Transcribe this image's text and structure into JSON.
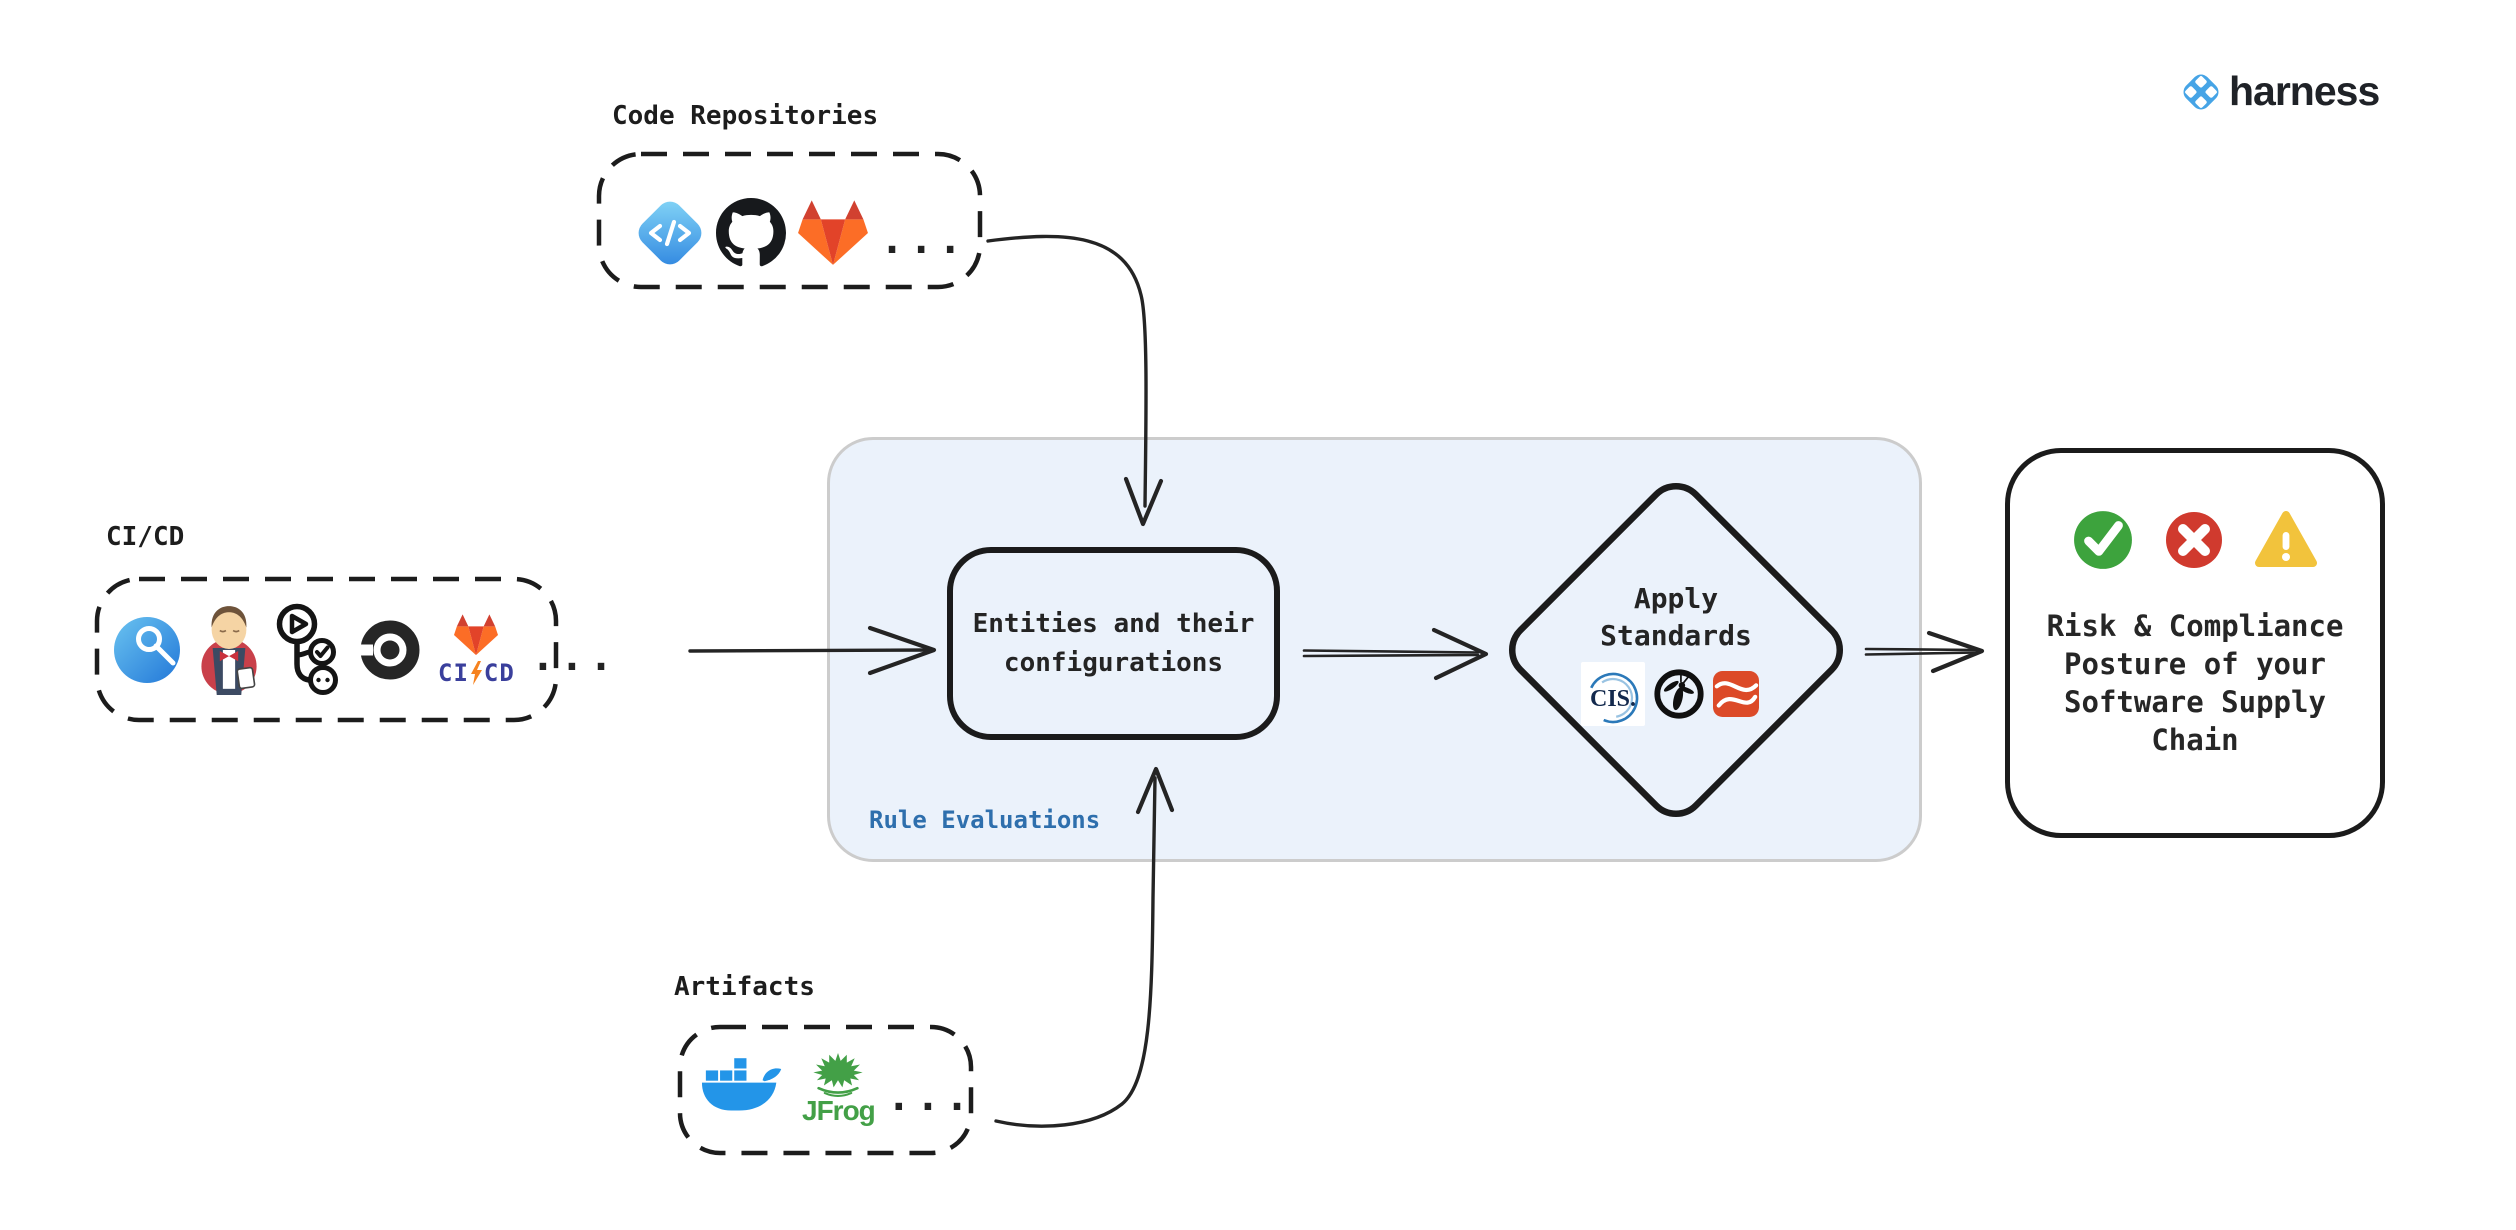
{
  "brand": {
    "name": "harness",
    "color": "#46a4e6"
  },
  "sources": {
    "code_repositories": {
      "label": "Code Repositories",
      "more": "...",
      "icons": [
        "harness-code",
        "github",
        "gitlab"
      ]
    },
    "cicd": {
      "label": "CI/CD",
      "more": "...",
      "icons": [
        "harness-ci",
        "jenkins",
        "pipeline-workflow",
        "circleci",
        "gitlab-cicd"
      ],
      "gitlab_ci": "CI",
      "gitlab_cd": "CD"
    },
    "artifacts": {
      "label": "Artifacts",
      "more": "...",
      "icons": [
        "docker",
        "jfrog"
      ],
      "jfrog_label": "JFrog"
    }
  },
  "evaluation": {
    "panel_label": "Rule Evaluations",
    "entities_text": "Entities and their configurations",
    "diamond": {
      "line1": "Apply",
      "line2": "Standards",
      "cis_label": "CIS.",
      "icons": [
        "cis-benchmarks",
        "owasp",
        "standards-swoosh"
      ]
    },
    "colors": {
      "panel_fill": "#ebf2fb",
      "panel_border": "#cccccc",
      "label_blue": "#2e6fad",
      "ink": "#1d1d1d"
    }
  },
  "outcome": {
    "text": "Risk & Compliance Posture of your Software Supply Chain",
    "icons": [
      "pass-check",
      "fail-cross",
      "warning"
    ],
    "colors": {
      "pass": "#3da33d",
      "fail": "#d03a2e",
      "warning": "#f2c33c"
    }
  }
}
